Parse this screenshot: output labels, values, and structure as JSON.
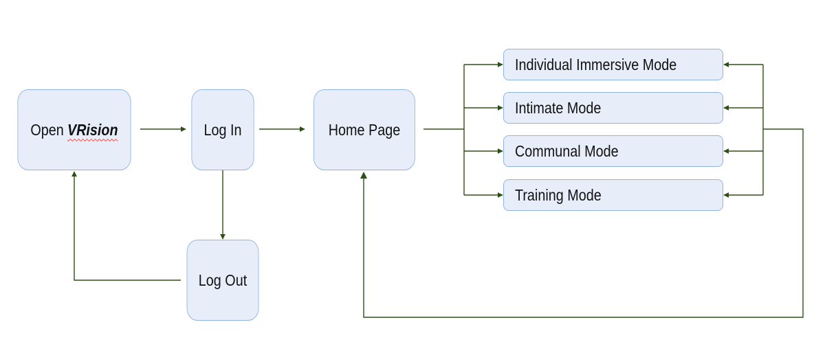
{
  "colors": {
    "node_fill": "#e8eef9",
    "node_border": "#8fb3e6",
    "connector": "#2d5016",
    "spellcheck_underline": "#e0463c"
  },
  "nodes": {
    "open": {
      "prefix": "Open",
      "brand": "VRision"
    },
    "login": {
      "label": "Log In"
    },
    "logout": {
      "label": "Log Out"
    },
    "home": {
      "label": "Home Page"
    },
    "modes": [
      {
        "label": "Individual Immersive Mode"
      },
      {
        "label": "Intimate Mode"
      },
      {
        "label": "Communal Mode"
      },
      {
        "label": "Training Mode"
      }
    ]
  },
  "edges": [
    {
      "from": "Open VRision",
      "to": "Log In"
    },
    {
      "from": "Log In",
      "to": "Home Page"
    },
    {
      "from": "Log In",
      "to": "Log Out"
    },
    {
      "from": "Log Out",
      "to": "Open VRision"
    },
    {
      "from": "Home Page",
      "to": "Individual Immersive Mode"
    },
    {
      "from": "Home Page",
      "to": "Intimate Mode"
    },
    {
      "from": "Home Page",
      "to": "Communal Mode"
    },
    {
      "from": "Home Page",
      "to": "Training Mode"
    },
    {
      "from": "Individual Immersive Mode",
      "to": "Home Page"
    },
    {
      "from": "Intimate Mode",
      "to": "Home Page"
    },
    {
      "from": "Communal Mode",
      "to": "Home Page"
    },
    {
      "from": "Training Mode",
      "to": "Home Page"
    }
  ]
}
